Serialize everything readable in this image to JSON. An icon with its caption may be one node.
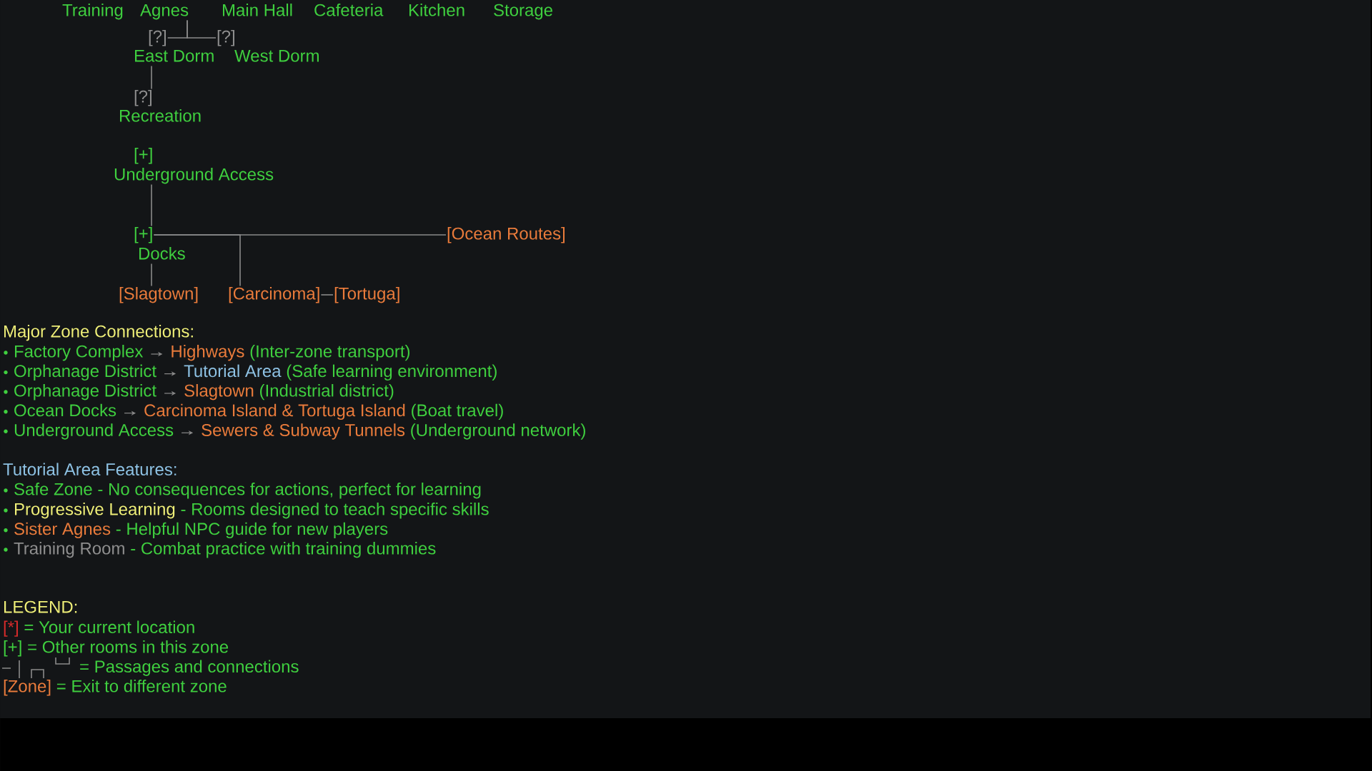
{
  "diagram": {
    "nodes": [
      {
        "text": [
          "Agnes"
        ]
      },
      {
        "text": [
          "[?]"
        ]
      },
      {
        "text": [
          "[?]"
        ]
      },
      {
        "text": [
          "East Dorm"
        ]
      },
      {
        "text": [
          "[?]"
        ]
      },
      {
        "text": [
          "Underground Access"
        ]
      },
      {
        "text": [
          "[+]"
        ]
      },
      {
        "text": [
          "[Ocean Routes]"
        ]
      },
      {
        "text": [
          "Docks"
        ]
      },
      {
        "text": [
          "[Slagtown]"
        ]
      },
      {
        "text": [
          "[Carcinoma]"
        ]
      },
      {
        "text": [
          "[Tortuga]"
        ]
      }
    ],
    "edges": [
      {
        "from": 0,
        "to": 1,
        "arrow": "none"
      },
      {
        "from": 0,
        "to": 2,
        "arrow": "none"
      },
      {
        "from": 3,
        "to": 4,
        "arrow": "none"
      },
      {
        "from": 5,
        "to": 6,
        "arrow": "none"
      },
      {
        "from": 6,
        "to": 7,
        "arrow": "none"
      },
      {
        "from": 6,
        "to": 10,
        "arrow": "none"
      },
      {
        "from": 8,
        "to": 9,
        "arrow": "none"
      },
      {
        "from": 10,
        "to": 11,
        "arrow": "none"
      }
    ],
    "labels": [
      "Training",
      "Main Hall",
      "Cafeteria",
      "Kitchen",
      "Storage",
      "West Dorm",
      "Recreation",
      "[+]",
      "Major Zone Connections:",
      "Factory Complex",
      "Highways",
      "(Inter-zone transport)",
      "Orphanage District",
      "Tutorial Area",
      "(Safe learning environment)",
      "Orphanage District",
      "Slagtown",
      "(Industrial district)",
      "Ocean Docks",
      "Carcinoma Island & Tortuga Island",
      "(Boat travel)",
      "Underground Access",
      "Sewers & Subway Tunnels",
      "(Underground network)",
      "Tutorial Area Features:",
      "Safe Zone - No consequences for actions, perfect for learning",
      "Progressive Learning",
      "- Rooms designed to teach specific skills",
      "Sister Agnes",
      "- Helpful NPC guide for new players",
      "Training Room",
      "- Combat practice with training dummies",
      "LEGEND:",
      "[*]",
      "[+]",
      "[Zone]"
    ],
    "legend": [
      {
        "text": "= Your current location"
      },
      {
        "text": "= Other rooms in this zone"
      },
      {
        "text": "= Passages and connections"
      },
      {
        "text": "= Exit to different zone"
      }
    ]
  }
}
